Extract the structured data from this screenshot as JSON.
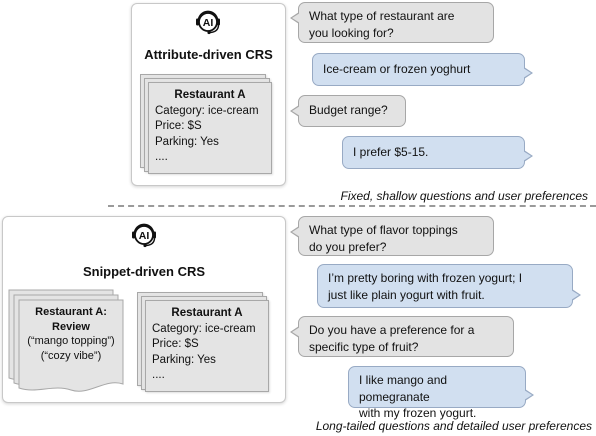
{
  "top": {
    "panel_title": "Attribute-driven CRS",
    "card": {
      "title": "Restaurant A",
      "lines": [
        "Category: ice-cream",
        "Price: $S",
        "Parking: Yes",
        "...."
      ]
    },
    "dialogue": [
      {
        "role": "system",
        "lines": [
          "What type of restaurant are",
          "you looking for?"
        ]
      },
      {
        "role": "user",
        "lines": [
          "Ice-cream or frozen yoghurt"
        ]
      },
      {
        "role": "system",
        "lines": [
          "Budget range?"
        ]
      },
      {
        "role": "user",
        "lines": [
          "I prefer $5-15."
        ]
      }
    ],
    "caption": "Fixed, shallow questions and user preferences"
  },
  "bottom": {
    "panel_title": "Snippet-driven CRS",
    "review": {
      "title_lines": [
        "Restaurant A:",
        "Review"
      ],
      "lines": [
        "(“mango topping”)",
        "(“cozy vibe”)"
      ]
    },
    "card": {
      "title": "Restaurant A",
      "lines": [
        "Category: ice-cream",
        "Price: $S",
        "Parking: Yes",
        "...."
      ]
    },
    "dialogue": [
      {
        "role": "system",
        "lines": [
          "What type of flavor toppings",
          "do you prefer?"
        ]
      },
      {
        "role": "user",
        "lines": [
          "I’m pretty boring with frozen yogurt; I",
          "just like plain yogurt with fruit."
        ]
      },
      {
        "role": "system",
        "lines": [
          "Do you have a preference for a",
          "specific type of fruit?"
        ]
      },
      {
        "role": "user",
        "lines": [
          "I like mango and pomegranate",
          "with my frozen yogurt."
        ]
      }
    ],
    "caption": "Long-tailed questions and detailed user preferences"
  },
  "icon_label": "AI",
  "colors": {
    "system_bubble": "#e3e3e3",
    "user_bubble": "#d1dff0",
    "card_fill": "#e4e4e4",
    "divider": "#9a9a9a"
  }
}
